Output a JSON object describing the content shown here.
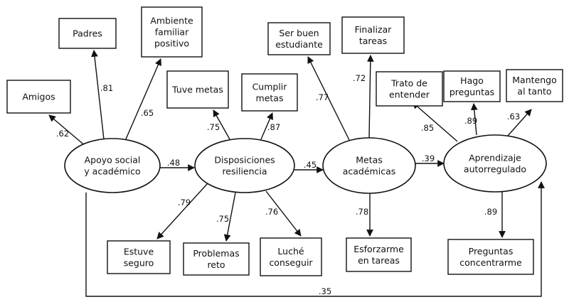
{
  "nodes": {
    "apoyo": {
      "lines": [
        "Apoyo social",
        "y académico"
      ]
    },
    "disposiciones": {
      "lines": [
        "Disposiciones",
        "resiliencia"
      ]
    },
    "metas": {
      "lines": [
        "Metas",
        "académicas"
      ]
    },
    "aprendizaje": {
      "lines": [
        "Aprendizaje",
        "autorregulado"
      ]
    },
    "amigos": {
      "lines": [
        "Amigos"
      ]
    },
    "padres": {
      "lines": [
        "Padres"
      ]
    },
    "ambiente": {
      "lines": [
        "Ambiente",
        "familiar",
        "positivo"
      ]
    },
    "tuve_metas": {
      "lines": [
        "Tuve metas"
      ]
    },
    "cumplir_metas": {
      "lines": [
        "Cumplir",
        "metas"
      ]
    },
    "ser_buen": {
      "lines": [
        "Ser buen",
        "estudiante"
      ]
    },
    "finalizar": {
      "lines": [
        "Finalizar",
        "tareas"
      ]
    },
    "trato": {
      "lines": [
        "Trato de",
        "entender"
      ]
    },
    "hago": {
      "lines": [
        "Hago",
        "preguntas"
      ]
    },
    "mantengo": {
      "lines": [
        "Mantengo",
        "al tanto"
      ]
    },
    "estuve": {
      "lines": [
        "Estuve",
        "seguro"
      ]
    },
    "problemas": {
      "lines": [
        "Problemas",
        "reto"
      ]
    },
    "luche": {
      "lines": [
        "Luché",
        "conseguir"
      ]
    },
    "esforzarme": {
      "lines": [
        "Esforzarme",
        "en tareas"
      ]
    },
    "preguntas_conc": {
      "lines": [
        "Preguntas",
        "concentrarme"
      ]
    }
  },
  "coefficients": {
    "amigos": ".62",
    "padres": ".81",
    "ambiente": ".65",
    "apoyo_disp": ".48",
    "tuve_metas": ".75",
    "cumplir_metas": ".87",
    "disp_metas": ".45",
    "ser_buen": ".77",
    "finalizar": ".72",
    "metas_aprend": ".39",
    "trato": ".85",
    "hago": ".89",
    "mantengo": ".63",
    "estuve": ".79",
    "problemas": ".75",
    "luche": ".76",
    "esforzarme": ".78",
    "preguntas_conc": ".89",
    "apoyo_aprend": ".35"
  }
}
